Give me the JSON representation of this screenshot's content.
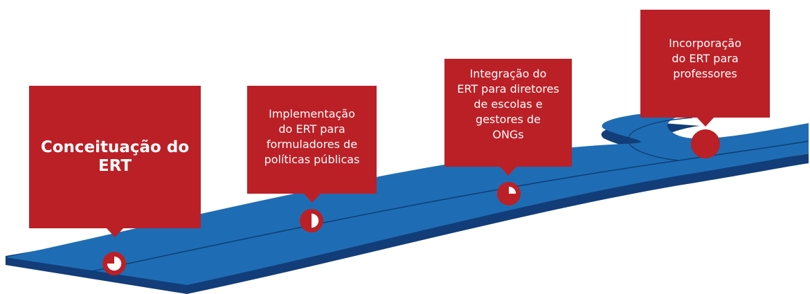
{
  "colors": {
    "road": "#1e6db4",
    "road_edge": "#123d78",
    "road_line": "#0f3f78",
    "callout": "#bb2026",
    "marker_fill": "#ffffff"
  },
  "stages": [
    {
      "label": "Conceituação do\nERT",
      "marker_progress": 0.75
    },
    {
      "label": "Implementação\ndo ERT para\nformuladores de\npolíticas públicas",
      "marker_progress": 0.5
    },
    {
      "label": "Integração do\nERT para diretores\nde escolas e\ngestores de\nONGs",
      "marker_progress": 0.25
    },
    {
      "label": "Incorporação\ndo ERT para\nprofessores",
      "marker_progress": 0.0
    }
  ]
}
